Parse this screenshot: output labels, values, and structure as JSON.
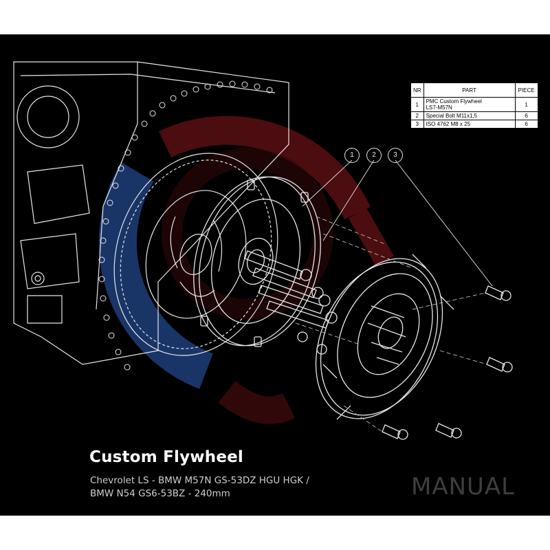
{
  "parts_table": {
    "headers": {
      "nr": "NR",
      "part": "PART",
      "piece": "PIECE"
    },
    "rows": [
      {
        "nr": "1",
        "part_line1": "PMC Custom Flywheel",
        "part_line2": "LS7-M57N",
        "piece": "1"
      },
      {
        "nr": "2",
        "part_line1": "Special Bolt M11x1,5",
        "part_line2": "",
        "piece": "6"
      },
      {
        "nr": "3",
        "part_line1": "ISO 4762 M8 x 25",
        "part_line2": "",
        "piece": "6"
      }
    ]
  },
  "callouts": [
    "1",
    "2",
    "3"
  ],
  "title": "Custom Flywheel",
  "subtitle_line1": "Chevrolet LS - BMW M57N GS-53DZ HGU HGK /",
  "subtitle_line2": "BMW N54 GS6-53BZ -  240mm",
  "watermark": "MANUAL",
  "colors": {
    "background": "#000000",
    "page_border": "#ffffff",
    "line_art": "#e8e8e8",
    "logo_blue": "#1e3f7a",
    "logo_red": "#7a1418",
    "watermark": "#3e3e3e"
  },
  "icons": [
    "engine-block-drawing",
    "flexplate-drawing",
    "flywheel-drawing",
    "clutch-pressure-plate-drawing",
    "bolt-drawing",
    "brand-logo-watermark"
  ]
}
